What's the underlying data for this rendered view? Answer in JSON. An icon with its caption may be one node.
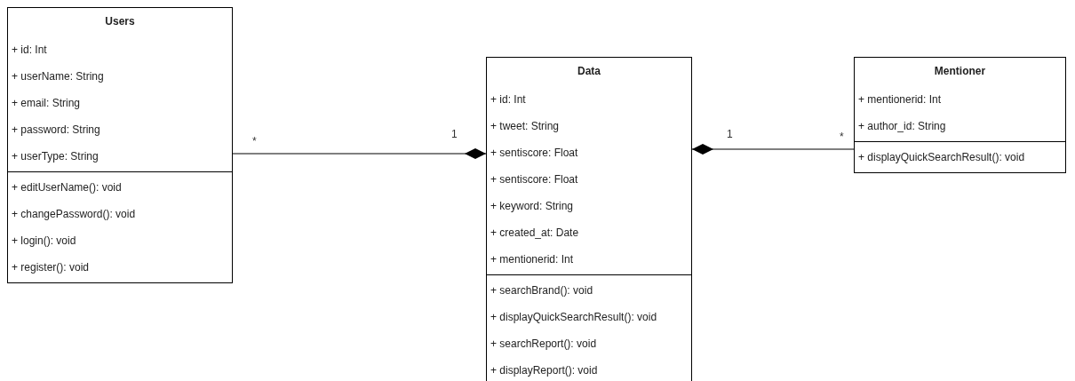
{
  "diagram": {
    "nodes": [
      {
        "text": [
          "Users"
        ]
      },
      {
        "text": [
          "+ id: Int",
          "+ userName: String",
          "+ email: String",
          "+ password: String",
          "+ userType: String"
        ],
        "in": 0
      },
      {
        "text": [
          "+ editUserName(): void",
          "+ changePassword(): void",
          "+ login(): void",
          "+ register(): void"
        ],
        "in": 0
      },
      {
        "text": [
          "Data"
        ]
      },
      {
        "text": [
          "+ id: Int",
          "+ tweet: String",
          "+ sentiscore: Float",
          "+ sentiscore: Float",
          "+ keyword: String",
          "+ created_at: Date",
          "+ mentionerid: Int"
        ],
        "in": 3
      },
      {
        "text": [
          "+ searchBrand(): void",
          "+ displayQuickSearchResult(): void",
          "+ searchReport(): void",
          "+ displayReport(): void"
        ],
        "in": 3
      },
      {
        "text": [
          "Mentioner"
        ]
      },
      {
        "text": [
          "+ mentionerid: Int",
          "+ author_id: String"
        ],
        "in": 6
      },
      {
        "text": [
          "+ displayQuickSearchResult(): void"
        ],
        "in": 6
      }
    ],
    "edges": [
      {
        "from": 0,
        "to": 3,
        "arrow": "other"
      },
      {
        "from": 6,
        "to": 3,
        "arrow": "other"
      }
    ],
    "labels": [
      "*",
      "1",
      "1",
      "*"
    ]
  }
}
